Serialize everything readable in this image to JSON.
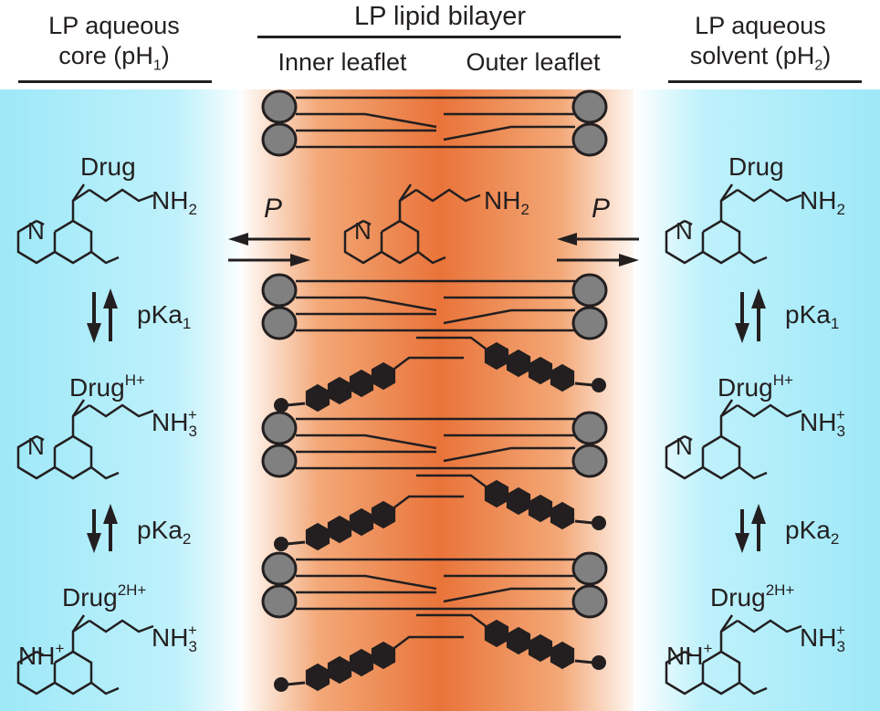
{
  "headers": {
    "core": {
      "line1": "LP aqueous",
      "line2": "core (pH",
      "sub": "1",
      "close": ")"
    },
    "bilayer": "LP lipid bilayer",
    "inner_leaflet": "Inner leaflet",
    "outer_leaflet": "Outer leaflet",
    "solvent": {
      "line1": "LP aqueous",
      "line2": "solvent (pH",
      "sub": "2",
      "close": ")"
    }
  },
  "labels": {
    "drug": "Drug",
    "h_plus": "H+",
    "two_h_plus": "2H+",
    "nh": "N",
    "nh2": "NH",
    "nh2_sub": "2",
    "nh3": "NH",
    "nh3_sub": "3",
    "nh3_sup": "+",
    "nh_ring": "NH",
    "nh_ring_sup": "+",
    "pka": "pKa",
    "pka1_sub": "1",
    "pka2_sub": "2",
    "permeability": "P"
  },
  "colors": {
    "aqueous_blue": "#9ee8f8",
    "bilayer_orange": "#ea7a3c",
    "lipid_head": "#808080",
    "ink": "#231f20",
    "sterol": "#231f20"
  }
}
